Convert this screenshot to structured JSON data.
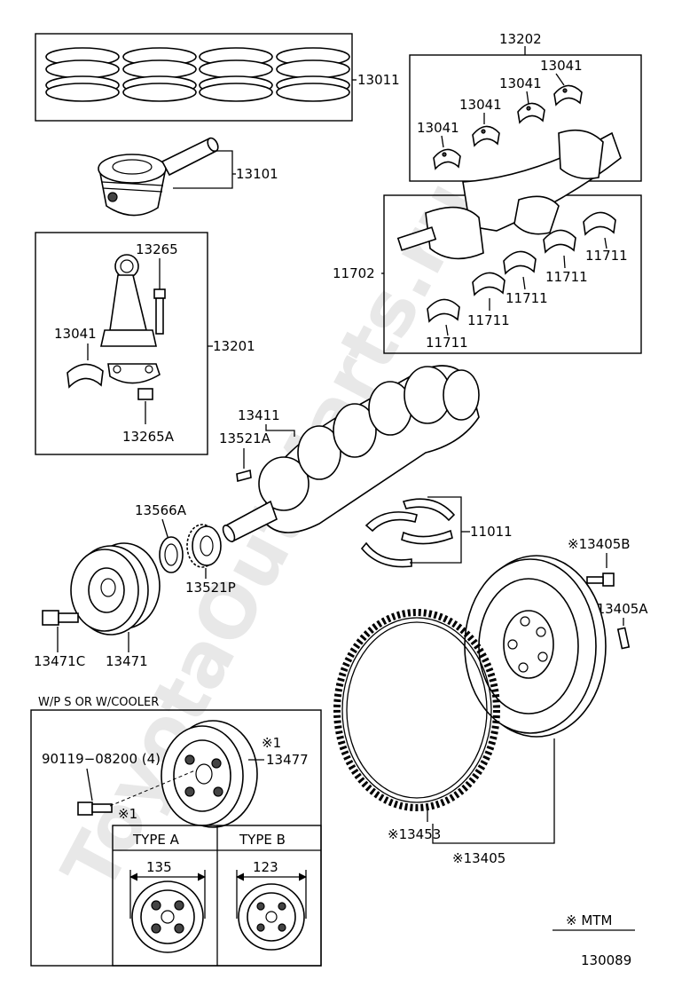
{
  "diagram": {
    "watermark": "ToyotaOutMarts.ru",
    "image_code": "130089",
    "legend_note": "※ MTM",
    "variant_caption": "W/P S  OR  W/COOLER",
    "labels": {
      "p13011": "13011",
      "p13101": "13101",
      "p13202": "13202",
      "p13041_a": "13041",
      "p13041_b": "13041",
      "p13041_c": "13041",
      "p13041_d": "13041",
      "p13041_e": "13041",
      "p11702": "11702",
      "p11711_a": "11711",
      "p11711_b": "11711",
      "p11711_c": "11711",
      "p11711_d": "11711",
      "p11711_e": "11711",
      "p13265": "13265",
      "p13201": "13201",
      "p13265A": "13265A",
      "p13411": "13411",
      "p13521A": "13521A",
      "p13566A": "13566A",
      "p13521P": "13521P",
      "p11011": "11011",
      "p13405B": "※13405B",
      "p13405A": "※13405A",
      "p13471C": "13471C",
      "p13471": "13471",
      "p90119": "90119−08200 (4)",
      "p13477_note": "※1",
      "p13477": "13477",
      "p13453": "※13453",
      "p13405": "※13405",
      "type_note": "※1"
    },
    "type_table": {
      "a_header": "TYPE  A",
      "b_header": "TYPE  B",
      "a_dim": "135",
      "b_dim": "123"
    }
  }
}
